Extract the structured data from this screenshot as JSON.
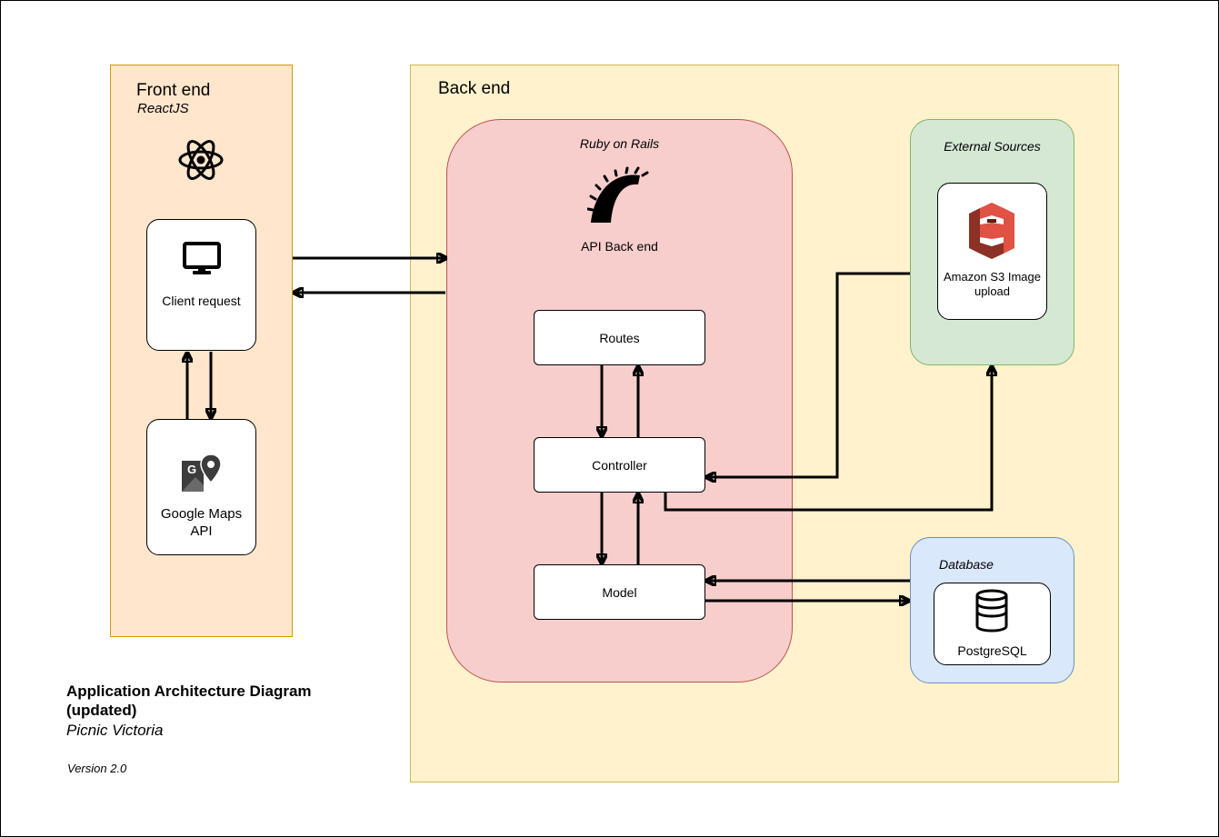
{
  "frontend": {
    "title": "Front end",
    "subtitle": "ReactJS"
  },
  "backend": {
    "title": "Back end"
  },
  "rails": {
    "title": "Ruby on Rails",
    "label": "API Back end"
  },
  "client": {
    "label": "Client request"
  },
  "maps": {
    "label_line1": "Google Maps",
    "label_line2": "API"
  },
  "routes": {
    "label": "Routes"
  },
  "controller": {
    "label": "Controller"
  },
  "model": {
    "label": "Model"
  },
  "external": {
    "title": "External Sources",
    "s3_line1": "Amazon S3 Image",
    "s3_line2": "upload"
  },
  "database": {
    "title": "Database",
    "db_label": "PostgreSQL"
  },
  "caption": {
    "title_line1": "Application Architecture Diagram",
    "title_line2": "(updated)",
    "project": "Picnic Victoria",
    "version": "Version 2.0"
  },
  "colors": {
    "frontend_fill": "#ffe6cc",
    "backend_fill": "#fff2cc",
    "rails_fill": "#f8cecc",
    "external_fill": "#d5e8d4",
    "database_fill": "#dae8fc",
    "s3_red": "#e05243"
  },
  "icons": [
    "react-icon",
    "monitor-icon",
    "google-maps-icon",
    "rails-icon",
    "amazon-s3-icon",
    "database-icon"
  ]
}
